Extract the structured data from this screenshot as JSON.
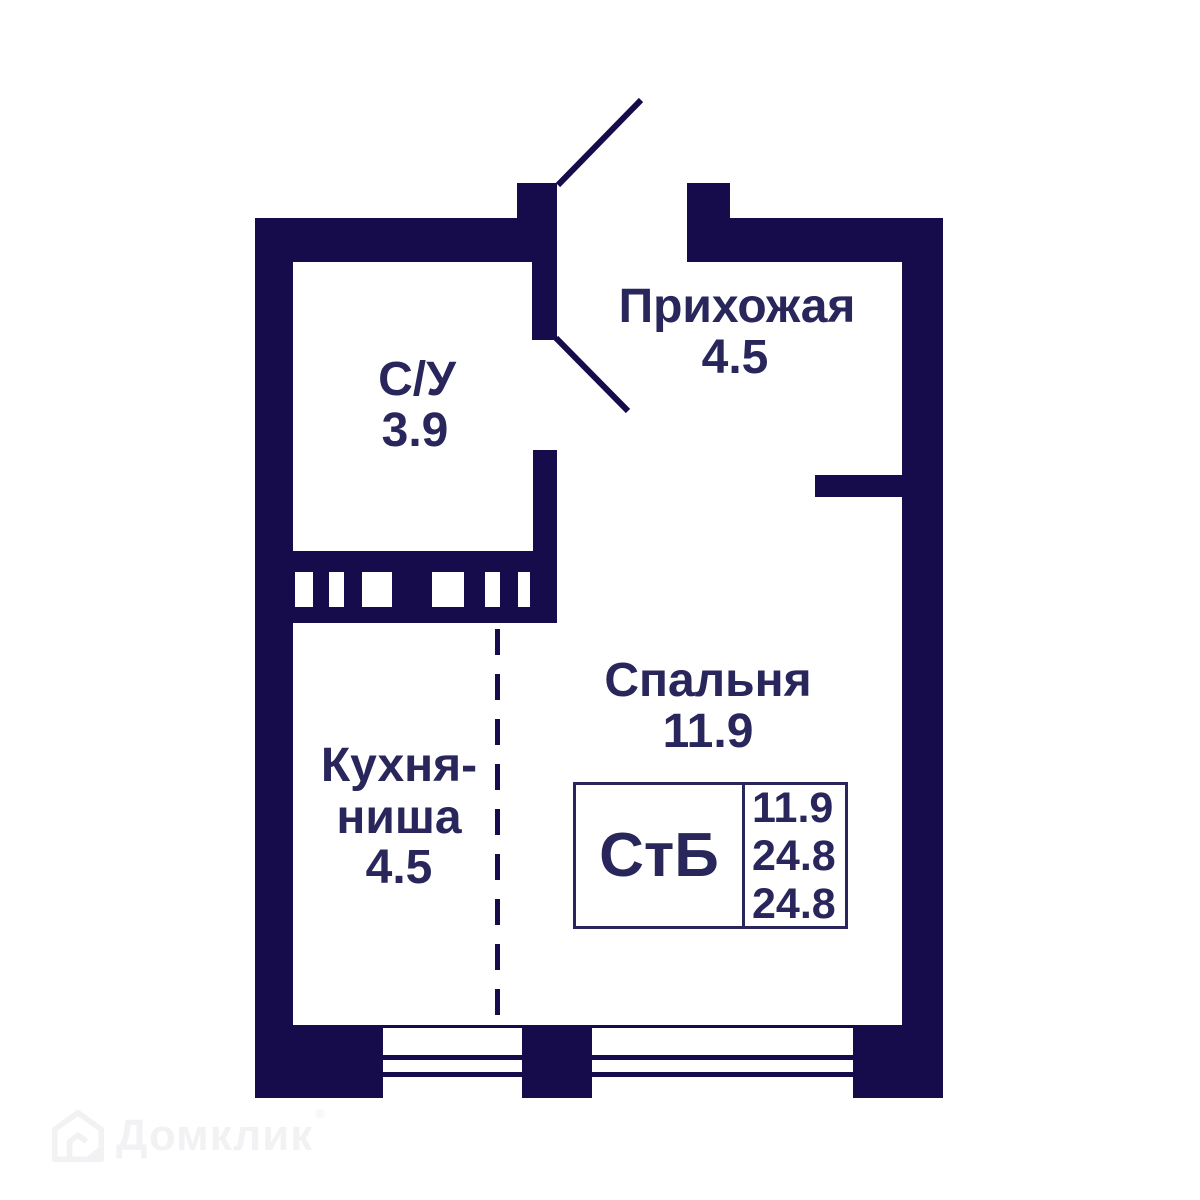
{
  "colors": {
    "wall": "#160b4b",
    "text": "#28265a",
    "wm": "#f2f2f4"
  },
  "rooms": {
    "hallway": {
      "name": "Прихожая",
      "area": "4.5"
    },
    "bathroom": {
      "name": "С/У",
      "area": "3.9"
    },
    "bedroom": {
      "name": "Спальня",
      "area": "11.9"
    },
    "kitchen_niche": {
      "name_line1": "Кухня-",
      "name_line2": "ниша",
      "area": "4.5"
    }
  },
  "info_box": {
    "type": "СтБ",
    "values": [
      "11.9",
      "24.8",
      "24.8"
    ]
  },
  "watermark": {
    "brand": "Домклик",
    "reg": "®"
  }
}
